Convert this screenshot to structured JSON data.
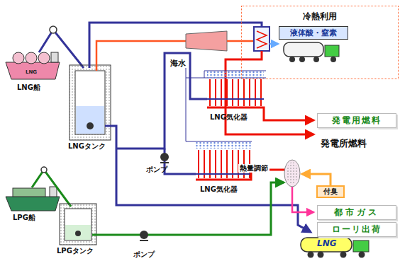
{
  "diagram": {
    "nodes": [
      {
        "text": [
          "冷熱利用"
        ]
      },
      {
        "text": [
          "液体酸・窒素"
        ],
        "in": 0
      },
      {
        "text": [
          "発電用燃料"
        ]
      },
      {
        "text": [
          "付臭"
        ]
      },
      {
        "text": [
          "都市ガス"
        ]
      },
      {
        "text": [
          "ローリ出荷"
        ]
      }
    ],
    "labels": [
      "海水",
      "LNG気化器",
      "LNG気化器",
      "発電所燃料",
      "LNG船",
      "LNGタンク",
      "ポンプ",
      "熱量調節",
      "LPG船",
      "LPGタンク",
      "ポンプ",
      "LNG",
      "LNG"
    ]
  }
}
